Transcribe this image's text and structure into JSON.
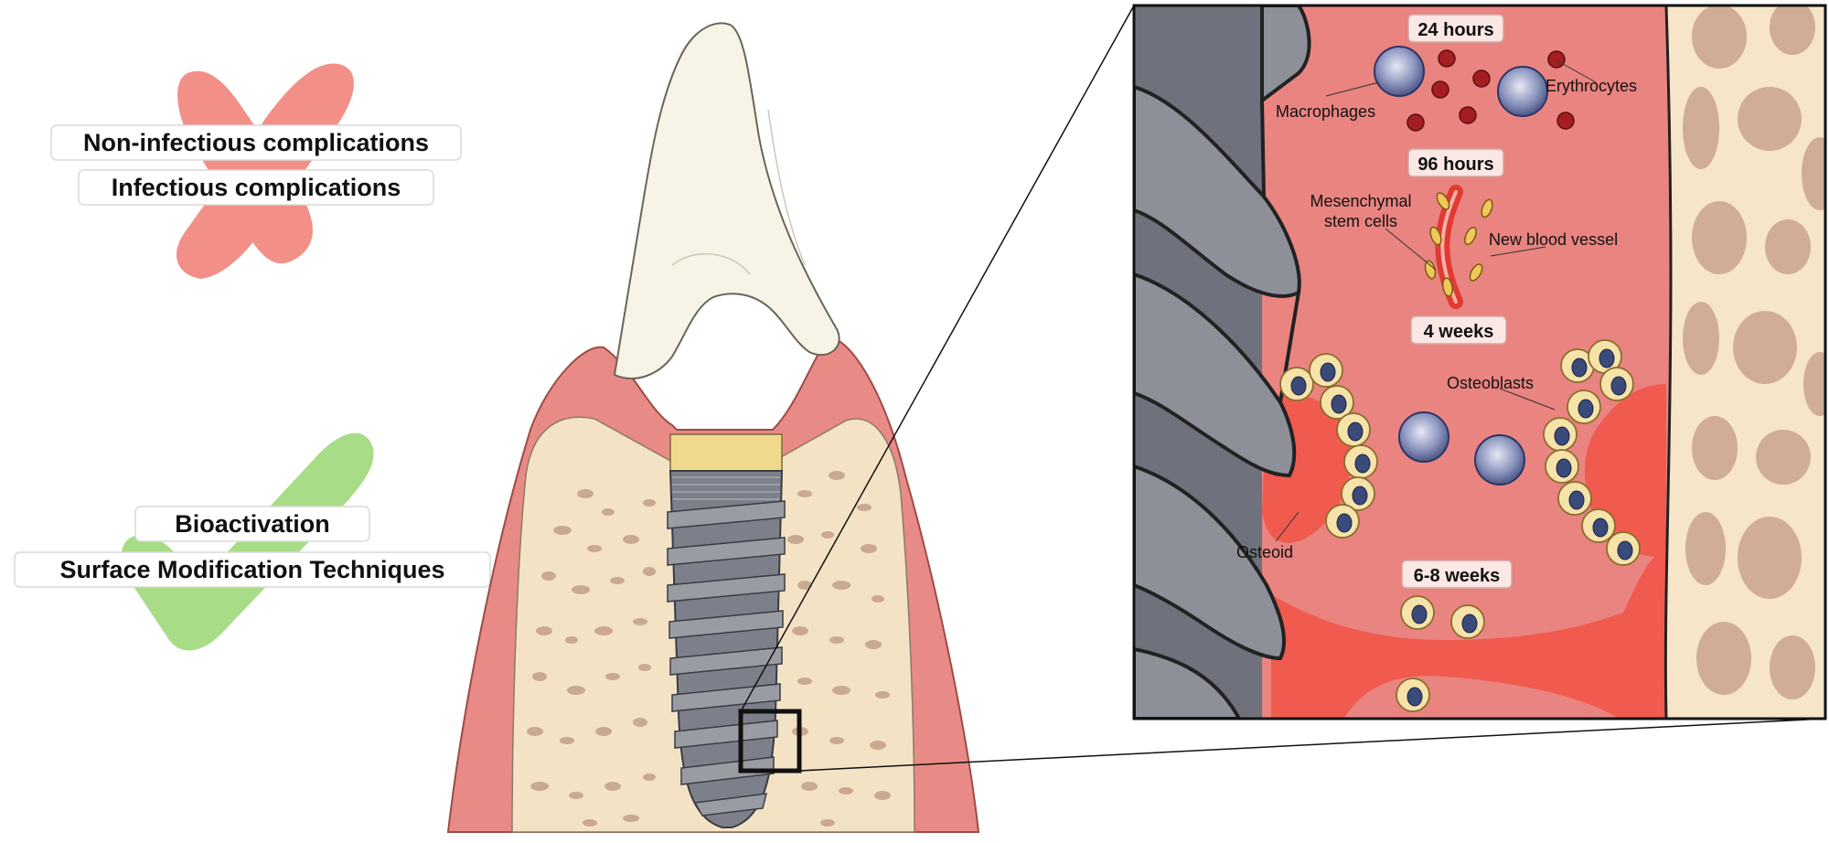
{
  "left_panel": {
    "avoid_items": [
      "Non-infectious complications",
      "Infectious complications"
    ],
    "promote_items": [
      "Bioactivation",
      "Surface Modification Techniques"
    ],
    "cross_color": "#f28b82",
    "check_color": "#a8dc86"
  },
  "stages": {
    "h24": "24 hours",
    "h96": "96 hours",
    "w4": "4 weeks",
    "w68": "6-8 weeks"
  },
  "cell_labels": {
    "macrophages": "Macrophages",
    "erythrocytes": "Erythrocytes",
    "msc_line1": "Mesenchymal",
    "msc_line2": "stem cells",
    "vessel": "New blood vessel",
    "osteoblasts": "Osteoblasts",
    "osteoid": "Osteoid"
  },
  "colors": {
    "gum": "#e88a86",
    "bone": "#f4e2c4",
    "trabecula": "#c9a992",
    "implant": "#7d808a",
    "collar": "#efd98a",
    "crown": "#f7f3e6",
    "tissue": "#e98480",
    "new_bone": "#f05a4f"
  }
}
